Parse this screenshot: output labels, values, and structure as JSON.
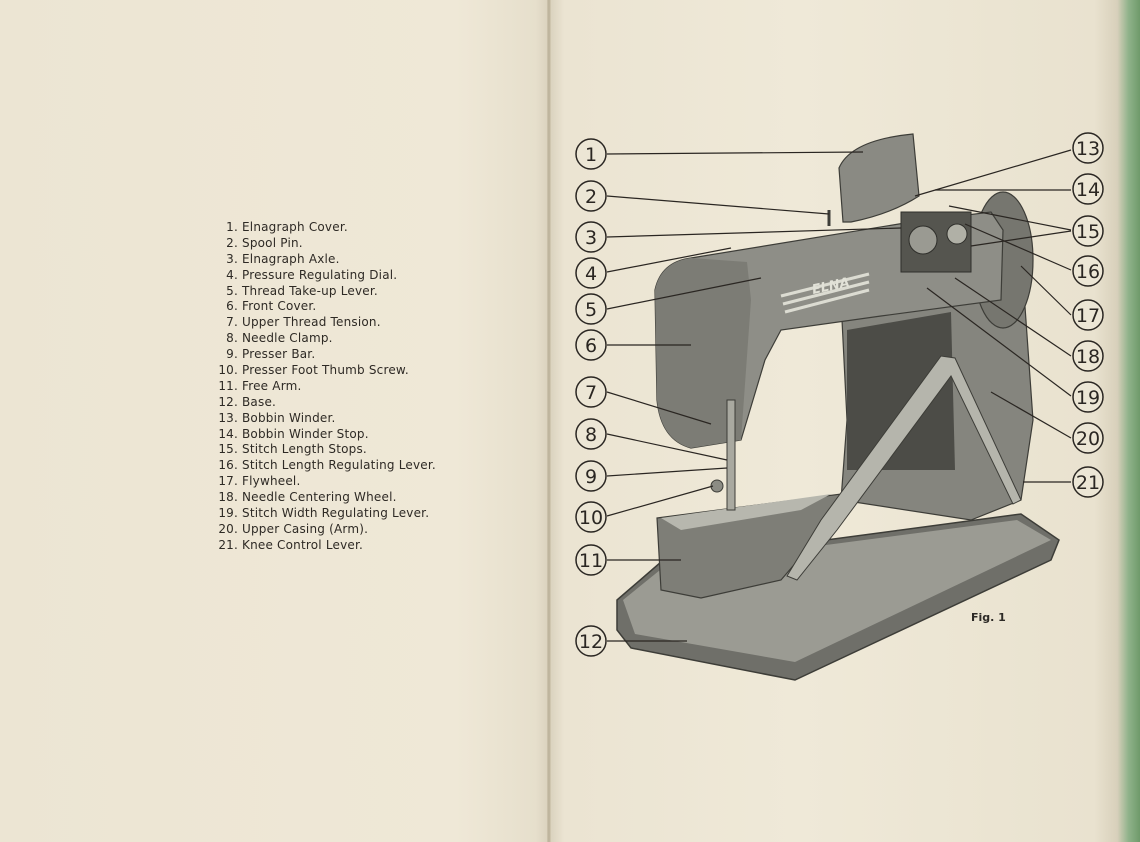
{
  "parts_list": [
    {
      "num": "1.",
      "label": "Elnagraph Cover."
    },
    {
      "num": "2.",
      "label": "Spool Pin."
    },
    {
      "num": "3.",
      "label": "Elnagraph Axle."
    },
    {
      "num": "4.",
      "label": "Pressure Regulating Dial."
    },
    {
      "num": "5.",
      "label": "Thread Take-up Lever."
    },
    {
      "num": "6.",
      "label": "Front Cover."
    },
    {
      "num": "7.",
      "label": "Upper Thread Tension."
    },
    {
      "num": "8.",
      "label": "Needle Clamp."
    },
    {
      "num": "9.",
      "label": "Presser Bar."
    },
    {
      "num": "10.",
      "label": "Presser Foot Thumb Screw."
    },
    {
      "num": "11.",
      "label": "Free Arm."
    },
    {
      "num": "12.",
      "label": "Base."
    },
    {
      "num": "13.",
      "label": "Bobbin Winder."
    },
    {
      "num": "14.",
      "label": "Bobbin Winder Stop."
    },
    {
      "num": "15.",
      "label": "Stitch Length Stops."
    },
    {
      "num": "16.",
      "label": "Stitch Length Regulating Lever."
    },
    {
      "num": "17.",
      "label": "Flywheel."
    },
    {
      "num": "18.",
      "label": "Needle Centering Wheel."
    },
    {
      "num": "19.",
      "label": "Stitch Width Regulating Lever."
    },
    {
      "num": "20.",
      "label": "Upper Casing (Arm)."
    },
    {
      "num": "21.",
      "label": "Knee Control Lever."
    }
  ],
  "figure": {
    "caption": "Fig. 1",
    "brand_mark": "ELNA",
    "callouts_left": [
      "1",
      "2",
      "3",
      "4",
      "5",
      "6",
      "7",
      "8",
      "9",
      "10",
      "11",
      "12"
    ],
    "callouts_right": [
      "13",
      "14",
      "15",
      "16",
      "17",
      "18",
      "19",
      "20",
      "21"
    ]
  },
  "colors": {
    "paper": "#ece5d3",
    "ink": "#2e2a25",
    "machine_body": "#8a8a83",
    "machine_dark": "#5a5a54",
    "cover_edge_green": "#6f9a6a"
  }
}
